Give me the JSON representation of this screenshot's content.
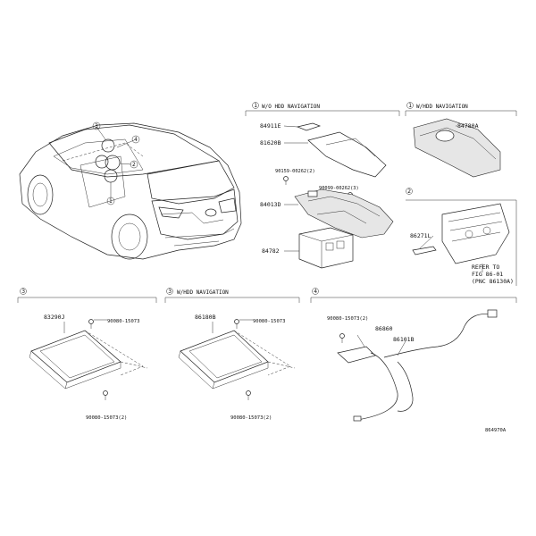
{
  "callouts": {
    "c1": "1",
    "c2": "2",
    "c3": "3",
    "c4": "4"
  },
  "sections": {
    "s1_header": "W/O HDD NAVIGATION",
    "s1b_header": "W/HDD NAVIGATION",
    "s2_header": "",
    "s3_header": "",
    "s3b_header": "W/HDD NAVIGATION",
    "s4_header": ""
  },
  "parts": {
    "p84911E": "84911E",
    "p81620B": "81620B",
    "p90159_00262_2": "90159-00262(2)",
    "p90099_00262_3": "90099-00262(3)",
    "p84013D": "84013D",
    "p84782": "84782",
    "p84780A": "84780A",
    "p86271L": "86271L",
    "refer_line1": "REFER TO",
    "refer_line2": "FIG 86-01",
    "refer_line3": "(PNC 86130A)",
    "p83290J": "83290J",
    "p90080_15073_a": "90080-15073",
    "p90080_15073_2_a": "90080-15073(2)",
    "p86180B": "86180B",
    "p90080_15073_b": "90080-15073",
    "p90080_15073_2_b": "90080-15073(2)",
    "p90080_15073_2_c": "90080-15073(2)",
    "p86860": "86860",
    "p86101B": "86101B",
    "diagram_code": "864970A"
  }
}
